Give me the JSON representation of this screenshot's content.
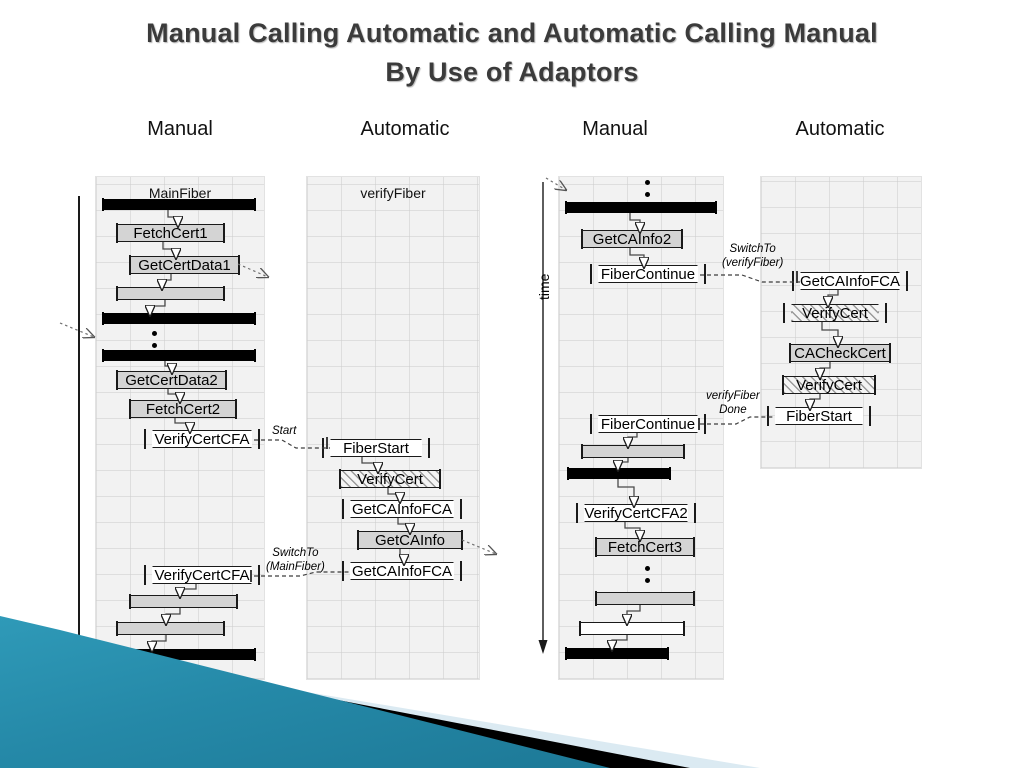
{
  "slide": {
    "title_line1": "Manual Calling Automatic and Automatic Calling Manual",
    "title_line2": "By Use  of Adaptors",
    "title_color": "#3b3b3b",
    "background": "#ffffff",
    "accent_color": "#2b8fae"
  },
  "column_headers": [
    {
      "label": "Manual"
    },
    {
      "label": "Automatic"
    },
    {
      "label": "Manual"
    },
    {
      "label": "Automatic"
    }
  ],
  "time_axis": {
    "label": "time",
    "direction": "downward"
  },
  "panels": [
    {
      "id": "main-fiber",
      "title": "MainFiber",
      "blocks": [
        {
          "label": "",
          "style": "black"
        },
        {
          "label": "FetchCert1",
          "style": "grey"
        },
        {
          "label": "GetCertData1",
          "style": "grey"
        },
        {
          "label": "",
          "style": "grey"
        },
        {
          "label": "",
          "style": "black"
        },
        {
          "label": "⋮",
          "style": "dots"
        },
        {
          "label": "",
          "style": "black"
        },
        {
          "label": "GetCertData2",
          "style": "grey"
        },
        {
          "label": "FetchCert2",
          "style": "grey"
        },
        {
          "label": "VerifyCertCFA",
          "style": "white"
        },
        {
          "label": "VerifyCertCFA",
          "style": "white"
        },
        {
          "label": "",
          "style": "grey"
        },
        {
          "label": "",
          "style": "grey"
        },
        {
          "label": "",
          "style": "black"
        },
        {
          "label": "⋮",
          "style": "dots"
        }
      ]
    },
    {
      "id": "verify-fiber",
      "title": "verifyFiber",
      "blocks": [
        {
          "label": "FiberStart",
          "style": "white"
        },
        {
          "label": "VerifyCert",
          "style": "hatch"
        },
        {
          "label": "GetCAInfoFCA",
          "style": "white"
        },
        {
          "label": "GetCAInfo",
          "style": "grey"
        },
        {
          "label": "GetCAInfoFCA",
          "style": "white"
        }
      ]
    },
    {
      "id": "main-fiber-continued",
      "title": "",
      "blocks": [
        {
          "label": "⋮",
          "style": "dots"
        },
        {
          "label": "",
          "style": "black"
        },
        {
          "label": "GetCAInfo2",
          "style": "grey"
        },
        {
          "label": "FiberContinue",
          "style": "white"
        },
        {
          "label": "FiberContinue",
          "style": "white"
        },
        {
          "label": "",
          "style": "grey"
        },
        {
          "label": "",
          "style": "black"
        },
        {
          "label": "VerifyCertCFA2",
          "style": "white"
        },
        {
          "label": "FetchCert3",
          "style": "grey"
        },
        {
          "label": "⋮",
          "style": "dots"
        },
        {
          "label": "",
          "style": "grey"
        },
        {
          "label": "",
          "style": "white"
        },
        {
          "label": "",
          "style": "black"
        }
      ]
    },
    {
      "id": "verify-fiber-2",
      "title": "",
      "blocks": [
        {
          "label": "GetCAInfoFCA",
          "style": "white"
        },
        {
          "label": "VerifyCert",
          "style": "hatch"
        },
        {
          "label": "CACheckCert",
          "style": "grey"
        },
        {
          "label": "VerifyCert",
          "style": "hatch"
        },
        {
          "label": "FiberStart",
          "style": "white"
        }
      ]
    }
  ],
  "annotations": [
    {
      "id": "start",
      "line1": "Start",
      "line2": ""
    },
    {
      "id": "switch-to-main",
      "line1": "SwitchTo",
      "line2": "(MainFiber)"
    },
    {
      "id": "switch-to-verify",
      "line1": "SwitchTo",
      "line2": "(verifyFiber)"
    },
    {
      "id": "verify-done",
      "line1": "verifyFiber",
      "line2": "Done"
    }
  ]
}
